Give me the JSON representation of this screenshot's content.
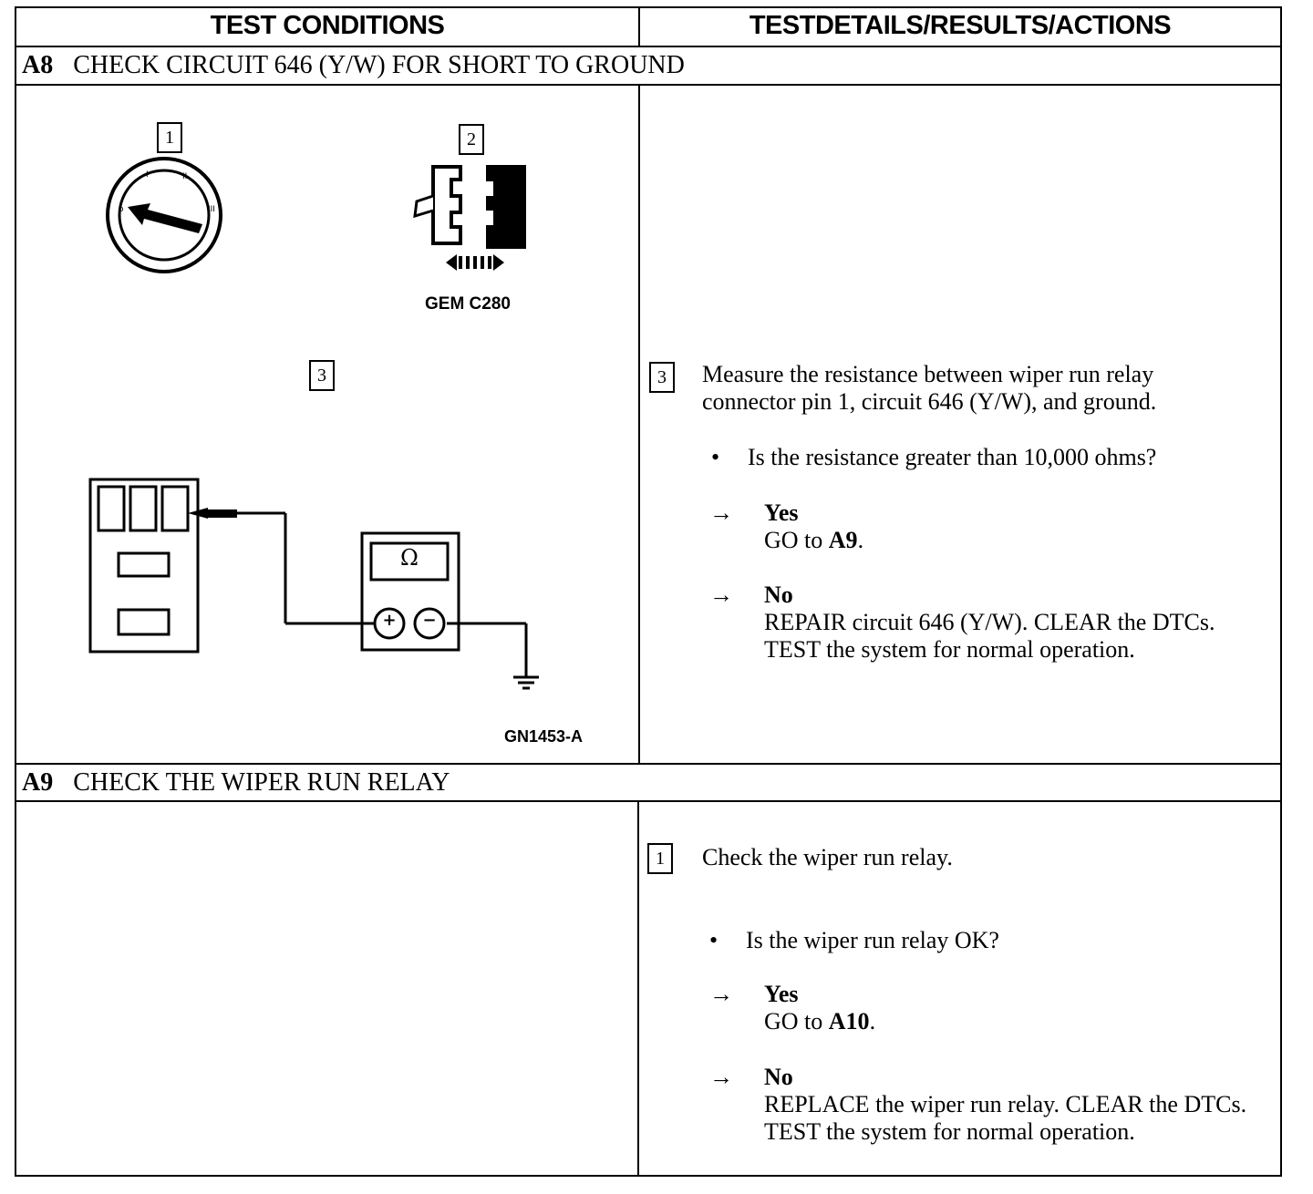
{
  "header": {
    "left": "TEST CONDITIONS",
    "right": "TESTDETAILS/RESULTS/ACTIONS"
  },
  "sections": [
    {
      "id": "A8",
      "title": "CHECK CIRCUIT 646 (Y/W) FOR SHORT TO GROUND",
      "steps": [
        "1",
        "2",
        "3"
      ],
      "figure": {
        "connector_label": "GEM C280",
        "meter_symbol": "Ω",
        "meter_plus": "+",
        "meter_minus": "−",
        "figure_id": "GN1453-A"
      },
      "detail": {
        "step": "3",
        "instruction": "Measure the resistance between wiper run relay connector pin 1, circuit 646 (Y/W), and ground.",
        "question": "Is the resistance greater than 10,000 ohms?",
        "yes": {
          "label": "Yes",
          "action_prefix": "GO to ",
          "action_target": "A9",
          "action_suffix": "."
        },
        "no": {
          "label": "No",
          "action": "REPAIR circuit 646 (Y/W). CLEAR the DTCs. TEST the system for normal operation."
        }
      }
    },
    {
      "id": "A9",
      "title": "CHECK THE WIPER RUN RELAY",
      "detail": {
        "step": "1",
        "instruction": "Check the wiper run relay.",
        "question": "Is the wiper run relay OK?",
        "yes": {
          "label": "Yes",
          "action_prefix": "GO to ",
          "action_target": "A10",
          "action_suffix": "."
        },
        "no": {
          "label": "No",
          "action": "REPLACE the wiper run relay. CLEAR the DTCs. TEST the system for normal operation."
        }
      }
    }
  ],
  "symbols": {
    "bullet": "•",
    "arrow": "→"
  }
}
